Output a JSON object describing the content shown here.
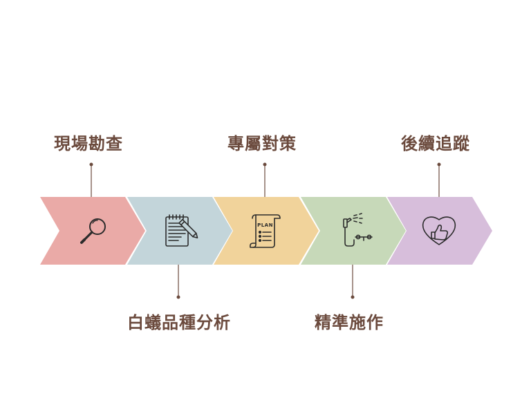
{
  "colors": {
    "text": "#6b4a3d",
    "line": "#6b4a3d",
    "icon": "#2b2b2b"
  },
  "steps": [
    {
      "label": "現場勘查",
      "color": "#eaaaa7",
      "icon": "magnifier-icon",
      "label_pos": "top"
    },
    {
      "label": "白蟻品種分析",
      "color": "#c3d5da",
      "icon": "notepad-icon",
      "label_pos": "bottom"
    },
    {
      "label": "專屬對策",
      "color": "#f1d39b",
      "icon": "plan-scroll-icon",
      "label_pos": "top",
      "plan_text": "PLAN"
    },
    {
      "label": "精準施作",
      "color": "#c7d9b9",
      "icon": "sprayer-icon",
      "label_pos": "bottom"
    },
    {
      "label": "後續追蹤",
      "color": "#d7bedb",
      "icon": "heart-thumbs-up-icon",
      "label_pos": "top"
    }
  ]
}
